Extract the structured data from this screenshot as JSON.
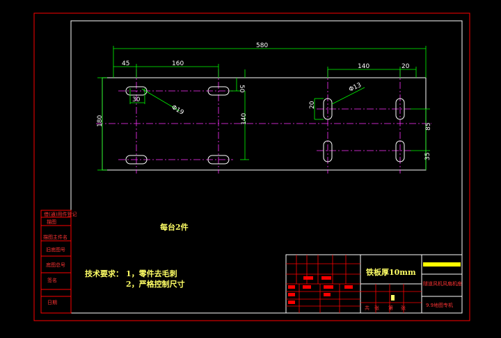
{
  "drawing": {
    "note_quantity": "每台2件",
    "tech_req_label": "技术要求：",
    "tech_req_1": "1，零件去毛刺",
    "tech_req_2": "2，严格控制尺寸"
  },
  "dimensions": {
    "overall_width": "580",
    "left_offset": "45",
    "hole_pitch_x": "160",
    "right_pitch": "140",
    "right_edge": "20",
    "top_edge": "50",
    "hole_pitch_y": "140",
    "height": "180",
    "slot_width_left": "30",
    "slot_width_right": "20",
    "hole_dia_left": "Φ19",
    "hole_dia_right": "Φ13",
    "right_gap": "85",
    "right_bottom": "35"
  },
  "sidebar": {
    "items": [
      "借(通)用件登记",
      "描图",
      "描图主件名",
      "旧底图号",
      "底图总号",
      "签名",
      "日期"
    ]
  },
  "title_block": {
    "material": "铁板厚10mm",
    "product": "隧道风机风扇机座",
    "company": "9.9地图专机",
    "row_labels": [
      "共",
      "张",
      "第",
      "张"
    ]
  },
  "colors": {
    "frame": "#ff0000",
    "lines": "#ffffff",
    "center": "#ff33ff",
    "dim_line": "#00ff00",
    "text": "#ffff66"
  }
}
